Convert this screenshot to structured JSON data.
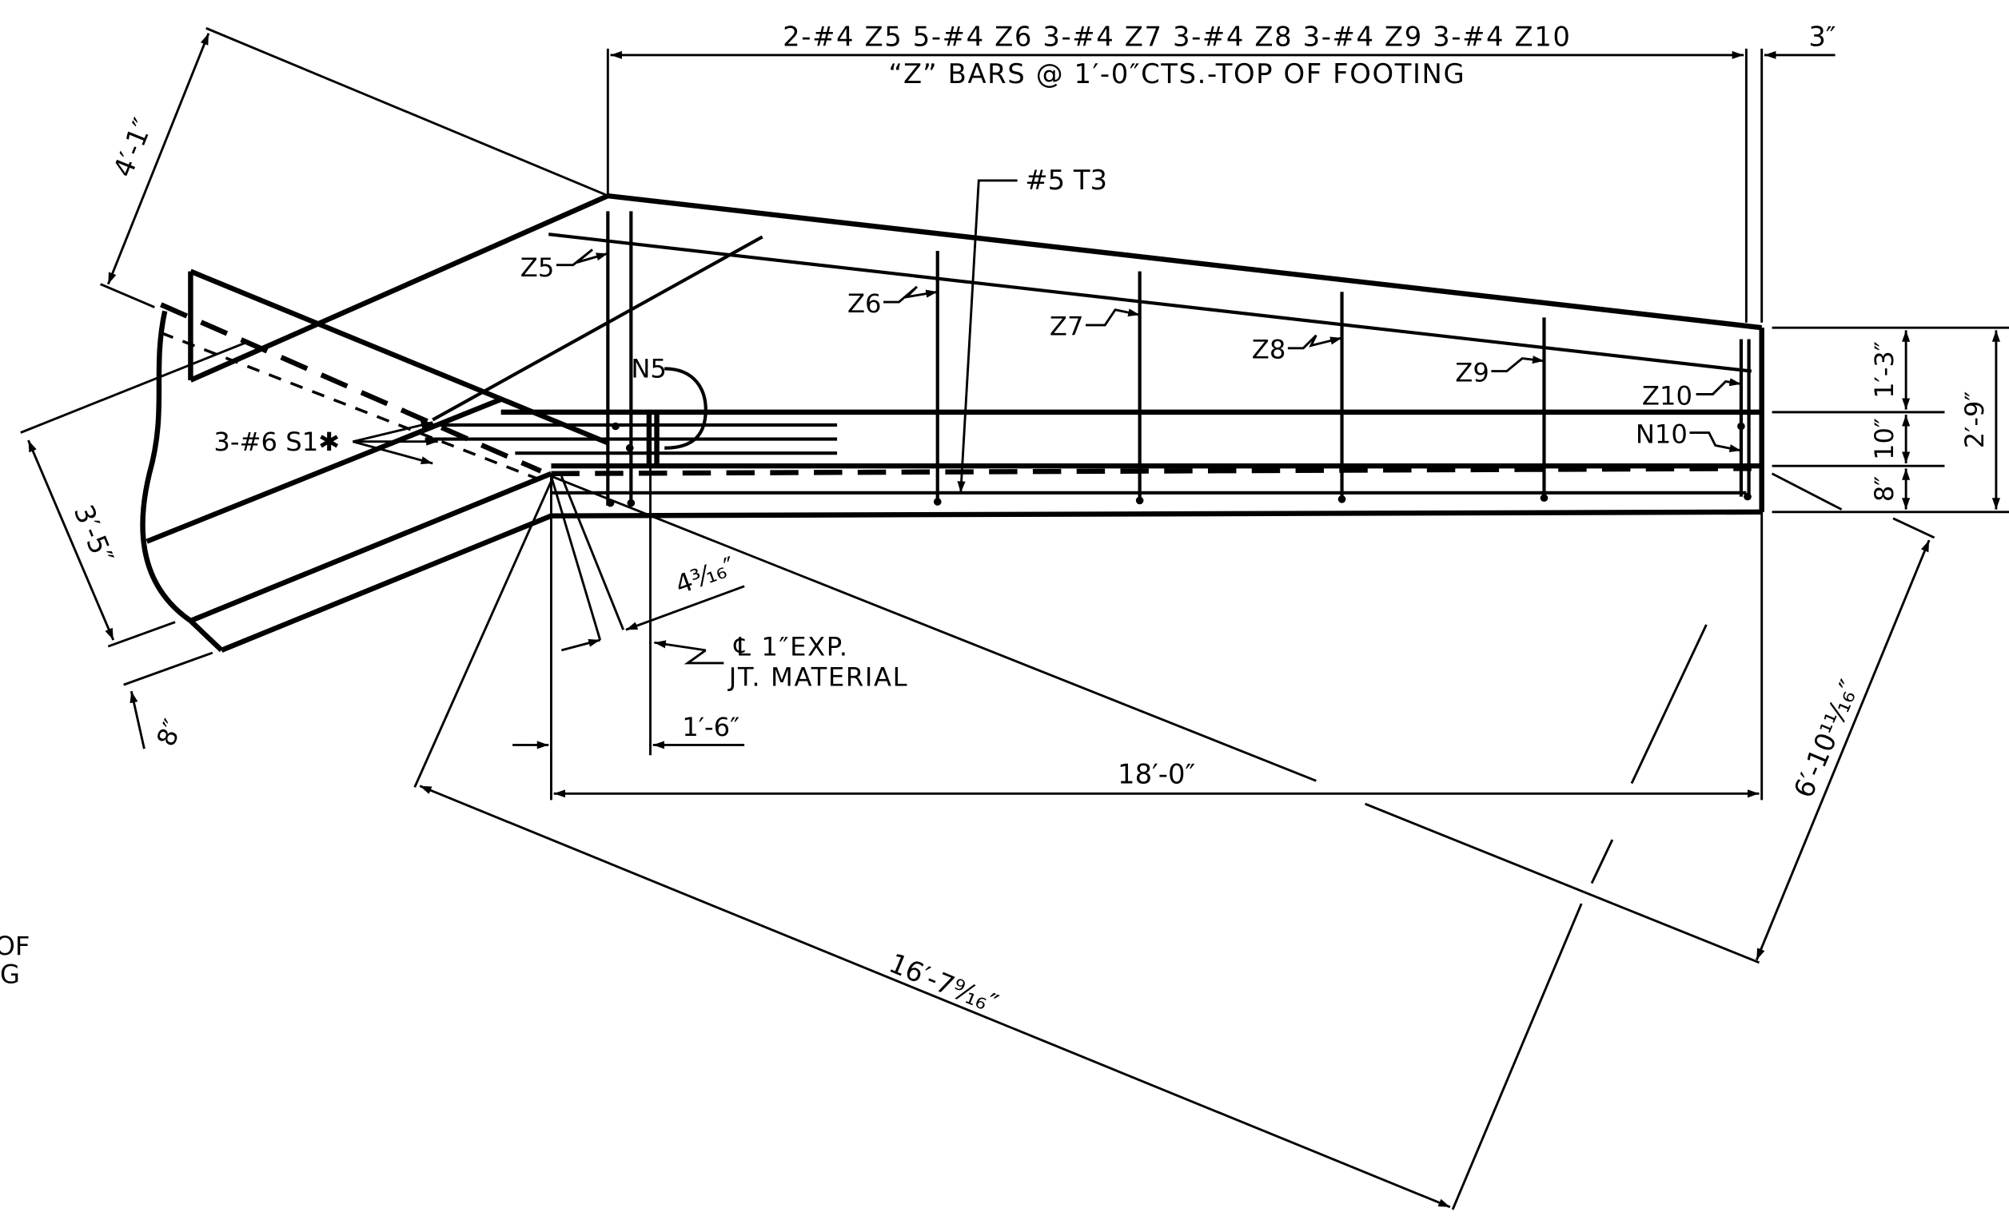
{
  "labels": {
    "bars_top": "2-#4 Z5 5-#4 Z6 3-#4 Z7 3-#4 Z8 3-#4 Z9 3-#4 Z10",
    "bars_spacing": "“Z” BARS @ 1′-0″CTS.-TOP OF FOOTING",
    "dim_3in": "3″",
    "dim_4_1": "4′-1″",
    "t3": "#5 T3",
    "z5": "Z5",
    "z6": "Z6",
    "z7": "Z7",
    "z8": "Z8",
    "z9": "Z9",
    "z10": "Z10",
    "n5": "N5",
    "n10": "N10",
    "s1": "3-#6 S1✱",
    "dim_3_5": "3′-5″",
    "dim_8in_left": "8″",
    "dim_4_3_16": "4³⁄₁₆″",
    "exp_joint_line1": "℄ 1″EXP.",
    "exp_joint_line2": "JT. MATERIAL",
    "dim_1_6": "1′-6″",
    "dim_18_0": "18′-0″",
    "dim_16_7": "16′-7⁹⁄₁₆″",
    "dim_6_10": "6′-10¹¹⁄₁₆″",
    "dim_2_9": "2′-9″",
    "dim_1_3": "1′-3″",
    "dim_10in": "10″",
    "dim_8in_right": "8″",
    "clipped_1": "OF",
    "clipped_2": "G"
  }
}
